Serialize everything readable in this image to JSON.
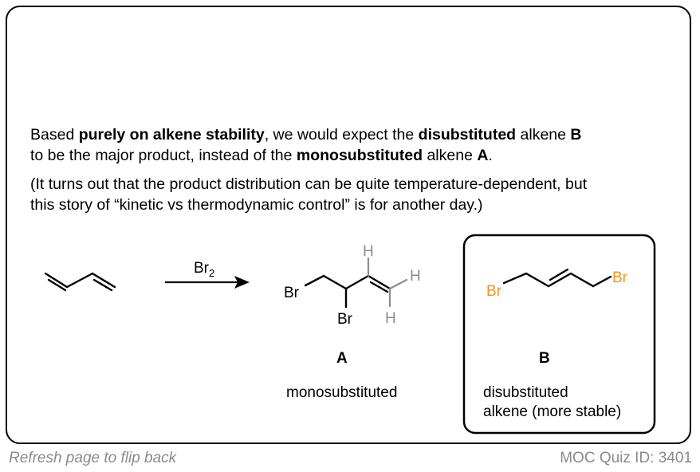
{
  "intro": {
    "line1": [
      {
        "text": "Based ",
        "bold": false
      },
      {
        "text": "purely on alkene stability",
        "bold": true
      },
      {
        "text": ", we would expect the ",
        "bold": false
      },
      {
        "text": "disubstituted",
        "bold": true
      },
      {
        "text": " alkene ",
        "bold": false
      },
      {
        "text": "B",
        "bold": true
      }
    ],
    "line2": [
      {
        "text": "to be the major product, instead of the ",
        "bold": false
      },
      {
        "text": "monosubstituted",
        "bold": true
      },
      {
        "text": " alkene ",
        "bold": false
      },
      {
        "text": "A",
        "bold": true
      },
      {
        "text": ".",
        "bold": false
      }
    ]
  },
  "note": {
    "line1": "(It turns out that the product distribution can be quite temperature-dependent, but",
    "line2": "this story of “kinetic vs thermodynamic control” is for another day.)"
  },
  "reaction": {
    "reagent": "Br",
    "reagent_subscript": "2",
    "product_a": {
      "letter": "A",
      "description": "monosubstituted",
      "atoms": {
        "br1": "Br",
        "br2": "Br",
        "h_top": "H",
        "h_right": "H",
        "h_bottom": "H"
      }
    },
    "product_b": {
      "letter": "B",
      "description_line1": "disubstituted",
      "description_line2": "alkene (more stable)",
      "atoms": {
        "br_left": "Br",
        "br_right": "Br"
      }
    }
  },
  "footer": {
    "left": "Refresh page to flip back",
    "right": "MOC Quiz ID: 3401"
  },
  "colors": {
    "bromine_highlight": "#f7941d",
    "hydrogen_gray": "#8c8c8c",
    "footer_gray": "#8a8a8a"
  }
}
